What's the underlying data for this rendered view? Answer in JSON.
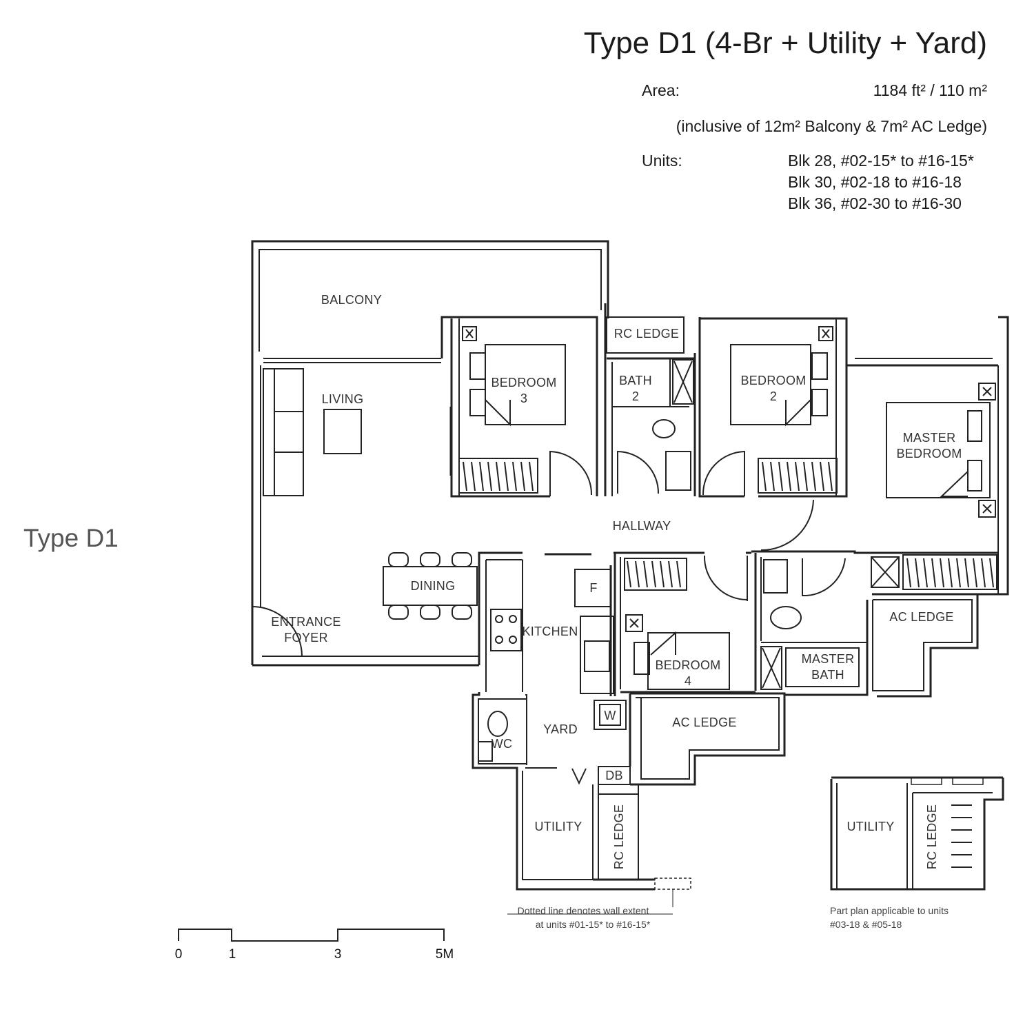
{
  "title": "Type D1 (4-Br + Utility + Yard)",
  "side_label": "Type D1",
  "specs": {
    "area_label": "Area:",
    "area_value": "1184 ft² / 110 m²",
    "area_note": "(inclusive of 12m² Balcony & 7m² AC Ledge)",
    "units_label": "Units:",
    "units": [
      "Blk 28, #02-15* to #16-15*",
      "Blk 30, #02-18 to #16-18",
      "Blk 36, #02-30 to #16-30"
    ]
  },
  "rooms": {
    "balcony": "BALCONY",
    "living": "LIVING",
    "bedroom3_a": "BEDROOM",
    "bedroom3_b": "3",
    "rc_ledge_top": "RC LEDGE",
    "bath2_a": "BATH",
    "bath2_b": "2",
    "bedroom2_a": "BEDROOM",
    "bedroom2_b": "2",
    "master_a": "MASTER",
    "master_b": "BEDROOM",
    "hallway": "HALLWAY",
    "dining": "DINING",
    "entrance_a": "ENTRANCE",
    "entrance_b": "FOYER",
    "kitchen": "KITCHEN",
    "fridge": "F",
    "bedroom4_a": "BEDROOM",
    "bedroom4_b": "4",
    "master_bath_a": "MASTER",
    "master_bath_b": "BATH",
    "ac_ledge_right": "AC LEDGE",
    "ac_ledge_mid": "AC LEDGE",
    "washer": "W",
    "yard": "YARD",
    "wc": "WC",
    "db": "DB",
    "utility": "UTILITY",
    "rc_ledge_bottom": "RC LEDGE",
    "part_utility": "UTILITY",
    "part_rc_ledge": "RC LEDGE"
  },
  "notes": {
    "dotted_1": "Dotted line denotes wall extent",
    "dotted_2": "at units #01-15* to #16-15*",
    "part_1": "Part plan applicable to units",
    "part_2": "#03-18 & #05-18"
  },
  "scale": {
    "t0": "0",
    "t1": "1",
    "t3": "3",
    "t5": "5M"
  }
}
